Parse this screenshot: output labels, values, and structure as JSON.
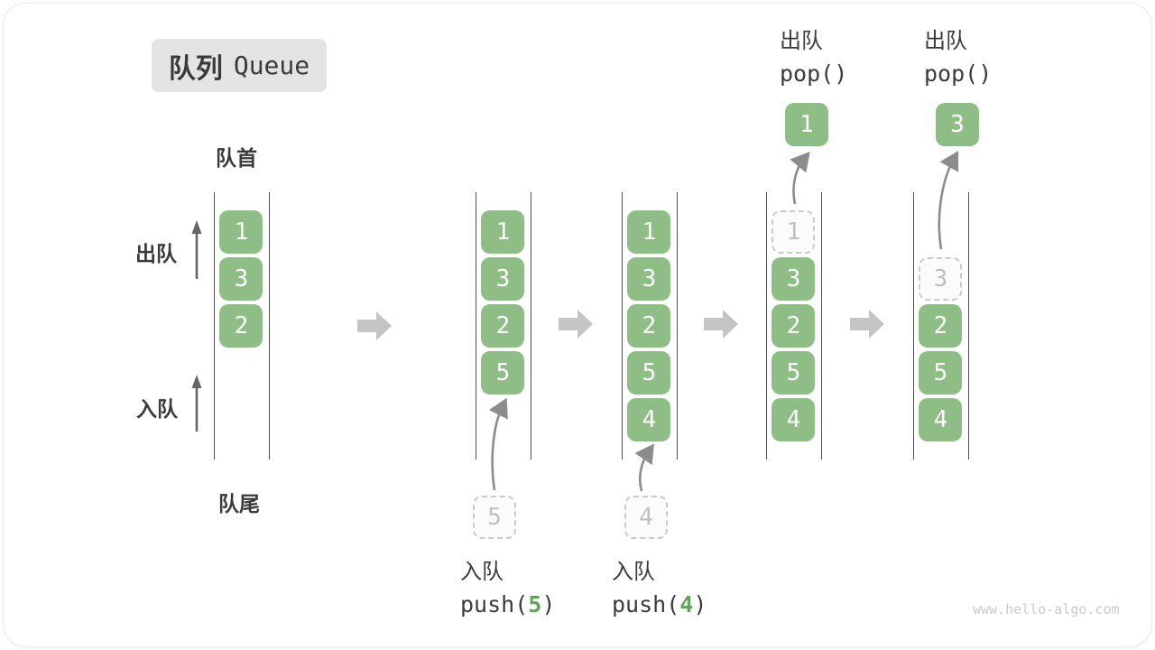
{
  "title": {
    "zh": "队列",
    "en": "Queue"
  },
  "labels": {
    "front": "队首",
    "rear": "队尾",
    "dequeue": "出队",
    "enqueue": "入队"
  },
  "colors": {
    "box_green": "#8EBD85",
    "accent_green": "#61A656",
    "rail_dark": "#4F4F4F",
    "ghost_border": "#CBCBCB",
    "ghost_text": "#BFBFBF",
    "flow_arrow_gray": "#C4C4C4",
    "motion_arrow_gray": "#8C8C8C",
    "badge_bg": "#E4E4E4",
    "text_dark": "#3B3B3B"
  },
  "states": [
    {
      "cells": [
        "1",
        "3",
        "2"
      ]
    },
    {
      "cells": [
        "1",
        "3",
        "2",
        "5"
      ],
      "staging": "5"
    },
    {
      "cells": [
        "1",
        "3",
        "2",
        "5",
        "4"
      ],
      "staging": "4"
    },
    {
      "ghost": "1",
      "cells": [
        "3",
        "2",
        "5",
        "4"
      ],
      "popped": "1"
    },
    {
      "ghost": "3",
      "cells": [
        "2",
        "5",
        "4"
      ],
      "popped": "3"
    }
  ],
  "operations": {
    "push5": {
      "label": "入队",
      "code_prefix": "push(",
      "arg": "5",
      "code_suffix": ")"
    },
    "push4": {
      "label": "入队",
      "code_prefix": "push(",
      "arg": "4",
      "code_suffix": ")"
    },
    "pop1": {
      "label": "出队",
      "code": "pop()"
    },
    "pop2": {
      "label": "出队",
      "code": "pop()"
    }
  },
  "watermark": "www.hello-algo.com"
}
